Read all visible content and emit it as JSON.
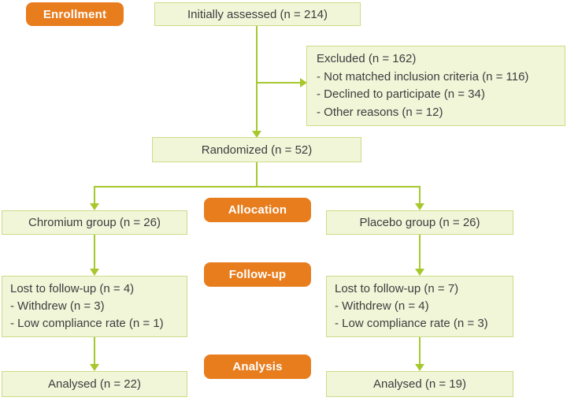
{
  "colors": {
    "line": "#A6C82D",
    "box_fill": "#F1F6D9",
    "box_border": "#CDDB87",
    "badge_bg": "#E87D1E",
    "badge_text": "#FFFFFF",
    "text": "#3D3D3D",
    "bg": "#FFFFFF"
  },
  "badges": {
    "enrollment": "Enrollment",
    "allocation": "Allocation",
    "followup": "Follow-up",
    "analysis": "Analysis"
  },
  "boxes": {
    "initially_assessed": "Initially assessed (n = 214)",
    "excluded": {
      "title": "Excluded (n = 162)",
      "items": [
        "- Not matched inclusion criteria (n = 116)",
        "- Declined to participate (n = 34)",
        "- Other reasons (n = 12)"
      ]
    },
    "randomized": "Randomized (n = 52)",
    "chromium_group": "Chromium group (n = 26)",
    "placebo_group": "Placebo group (n = 26)",
    "lost_chromium": {
      "title": "Lost to follow-up (n = 4)",
      "items": [
        "- Withdrew (n = 3)",
        "- Low compliance rate (n = 1)"
      ]
    },
    "lost_placebo": {
      "title": "Lost to follow-up (n = 7)",
      "items": [
        "- Withdrew (n = 4)",
        "- Low compliance rate (n = 3)"
      ]
    },
    "analysed_chromium": "Analysed (n = 22)",
    "analysed_placebo": "Analysed (n = 19)"
  }
}
